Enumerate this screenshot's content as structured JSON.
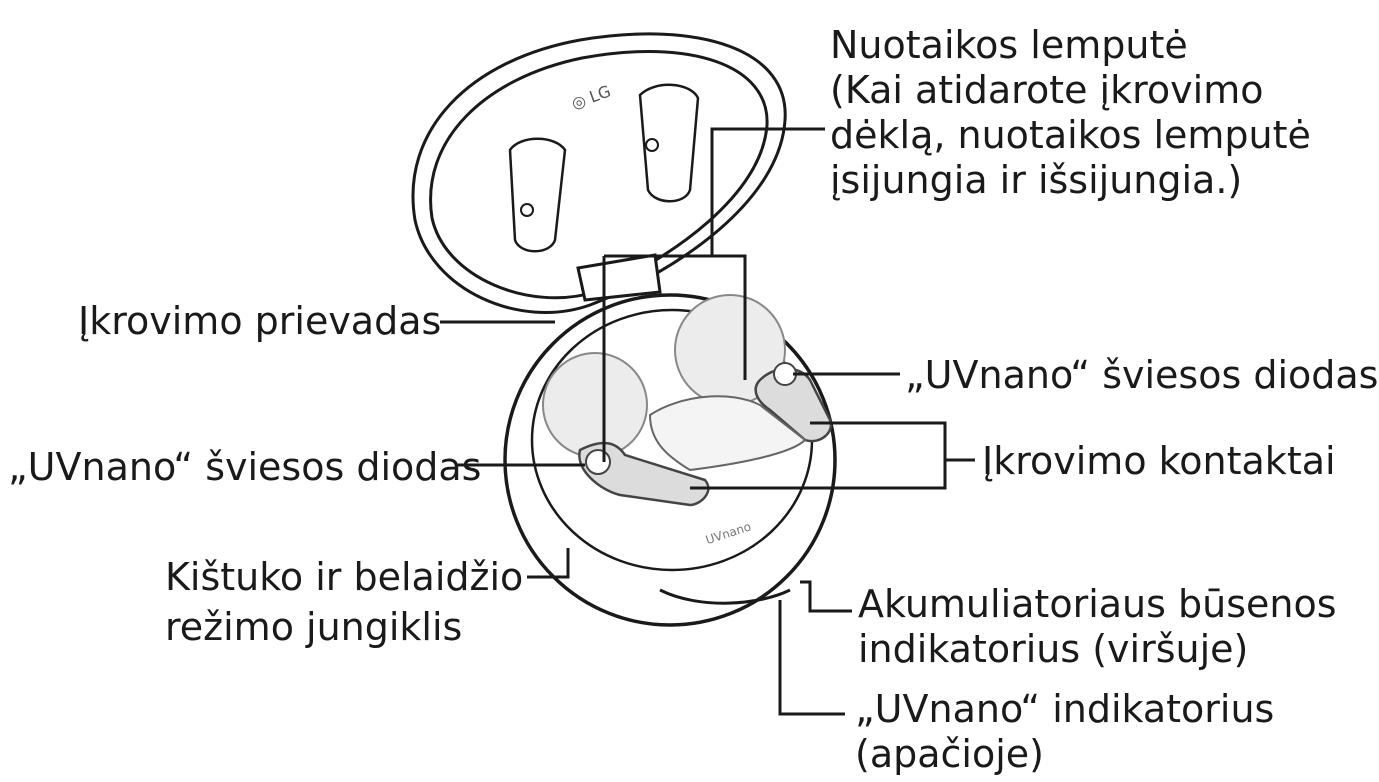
{
  "labels": {
    "pointer_light": [
      "Nuotaikos lemputė",
      "(Kai atidarote įkrovimo",
      "dėklą, nuotaikos lemputė",
      "įsijungia ir išsijungia.)"
    ],
    "charging_port": "Įkrovimo prievadas",
    "uvnano_led_right": "„UVnano“ šviesos diodas",
    "uvnano_led_left": "„UVnano“ šviesos diodas",
    "charging_contacts": "Įkrovimo kontaktai",
    "plug_wireless_switch": [
      "Kištuko ir belaidžio",
      "režimo jungiklis"
    ],
    "battery_indicator": [
      "Akumuliatoriaus būsenos",
      "indikatorius (viršuje)"
    ],
    "uvnano_indicator": [
      "„UVnano“ indikatorius",
      "(apačioje)"
    ]
  },
  "colors": {
    "ink": "#1a1a1a",
    "fill_light": "#ececec",
    "fill_mid": "#dcdcdc"
  }
}
